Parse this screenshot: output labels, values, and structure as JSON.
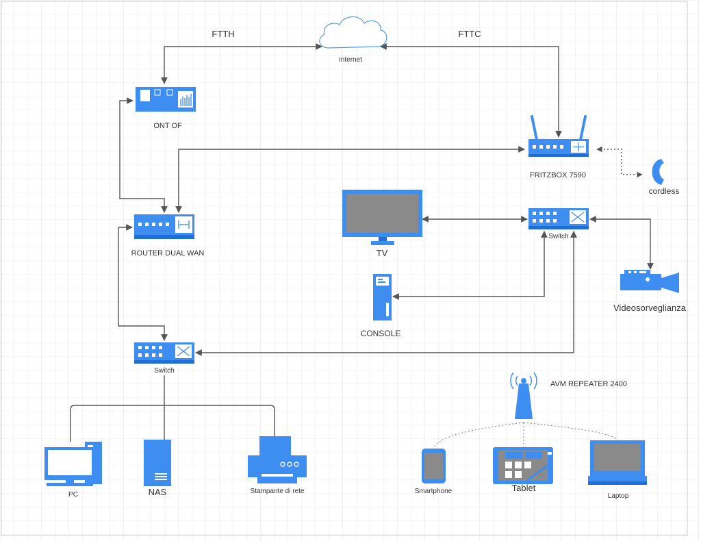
{
  "diagram": {
    "labels": {
      "ftth": "FTTH",
      "fttc": "FTTC",
      "internet": "Internet",
      "ont": "ONT OF",
      "fritzbox": "FRITZBOX 7590",
      "cordless": "cordless",
      "router": "ROUTER DUAL WAN",
      "tv": "TV",
      "switch_top": "Switch",
      "video": "Videosorveglianza",
      "console": "CONSOLE",
      "switch_bottom": "Switch",
      "repeater": "AVM REPEATER 2400",
      "pc": "PC",
      "nas": "NAS",
      "printer": "Stampante di rete",
      "smartphone": "Smartphone",
      "tablet": "Tablet",
      "laptop": "Laptop"
    },
    "colors": {
      "device": "#3d8ef0",
      "device_dark": "#1f6fd6",
      "line": "#555555",
      "grid": "#e8e8e8",
      "screen": "#8a8a8a",
      "cloud": "#5b9bd5"
    }
  }
}
